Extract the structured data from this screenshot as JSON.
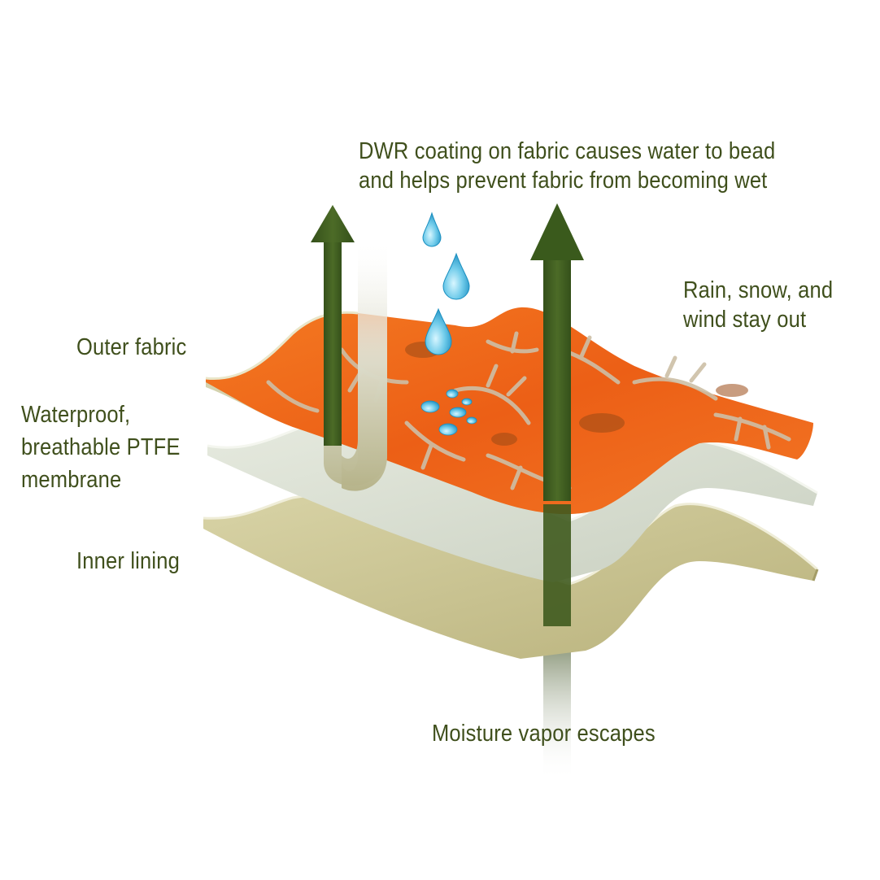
{
  "labels": {
    "dwr": {
      "line1": "DWR coating on fabric causes water to bead",
      "line2": "and helps prevent fabric from becoming wet"
    },
    "rain": {
      "line1": "Rain, snow, and",
      "line2": "wind stay out"
    },
    "outer_fabric": "Outer fabric",
    "membrane": {
      "line1": "Waterproof,",
      "line2": "breathable PTFE",
      "line3": "membrane"
    },
    "inner_lining": "Inner lining",
    "vapor": "Moisture vapor escapes"
  },
  "colors": {
    "text": "#3f4f1c",
    "arrow": "#3f5a1e",
    "outer_fabric": "#f06a1a",
    "membrane": "#d5dccd",
    "inner_lining": "#c7c08a",
    "water_drop": "#5cc3e6"
  },
  "icons": [
    "water-drop-icon",
    "up-arrow-icon"
  ]
}
